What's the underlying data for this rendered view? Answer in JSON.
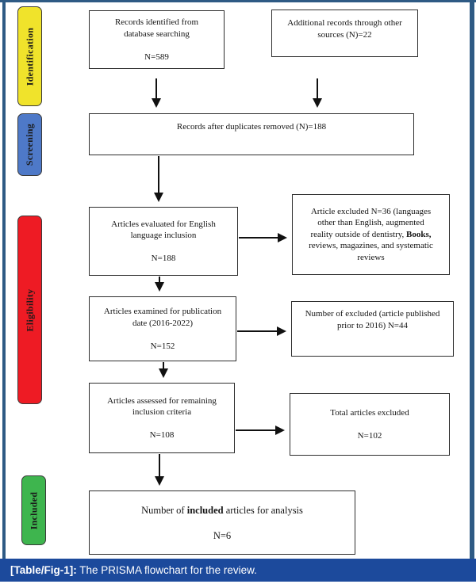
{
  "stages": [
    {
      "id": "identification",
      "label": "Identification",
      "color": "#f0e32b"
    },
    {
      "id": "screening",
      "label": "Screening",
      "color": "#4e79c8"
    },
    {
      "id": "eligibility",
      "label": "Eligibility",
      "color": "#ee1b24"
    },
    {
      "id": "included",
      "label": "Included",
      "color": "#3eb54e"
    }
  ],
  "flowchart": {
    "boxes": {
      "records": {
        "lines": [
          "Records identified from",
          "database searching",
          "",
          "N=589"
        ]
      },
      "additional": {
        "lines": [
          "Additional records through other",
          "sources (N)=22"
        ]
      },
      "duplicates": {
        "lines": [
          "Records after duplicates removed (N)=188"
        ]
      },
      "english": {
        "lines": [
          "Articles evaluated for English",
          "language inclusion",
          "",
          "N=188"
        ]
      },
      "excluded_language": {
        "lines": [
          "Article excluded N=36 (languages",
          "other than English, augmented",
          "reality outside of dentistry, **Books,**",
          "reviews, magazines, and systematic",
          "reviews"
        ]
      },
      "publication_date": {
        "lines": [
          "Articles examined for publication",
          "date (2016-2022)",
          "",
          "N=152"
        ]
      },
      "excluded_date": {
        "lines": [
          "Number of excluded (article published",
          "prior to 2016) N=44"
        ]
      },
      "criteria": {
        "lines": [
          "Articles assessed for remaining",
          "inclusion criteria",
          "",
          "N=108"
        ]
      },
      "excluded_total": {
        "lines": [
          "Total articles excluded",
          "",
          "N=102"
        ]
      },
      "included": {
        "lines": [
          "Number of **included** articles for analysis",
          "",
          "N=6"
        ]
      }
    }
  },
  "caption": {
    "label": "[Table/Fig-1]:",
    "text": " The PRISMA flowchart for the review."
  },
  "colors": {
    "frame": "#2e5a84",
    "caption_bar": "#1c4a9c",
    "box_border": "#2e2e2e",
    "arrow": "#111111"
  }
}
